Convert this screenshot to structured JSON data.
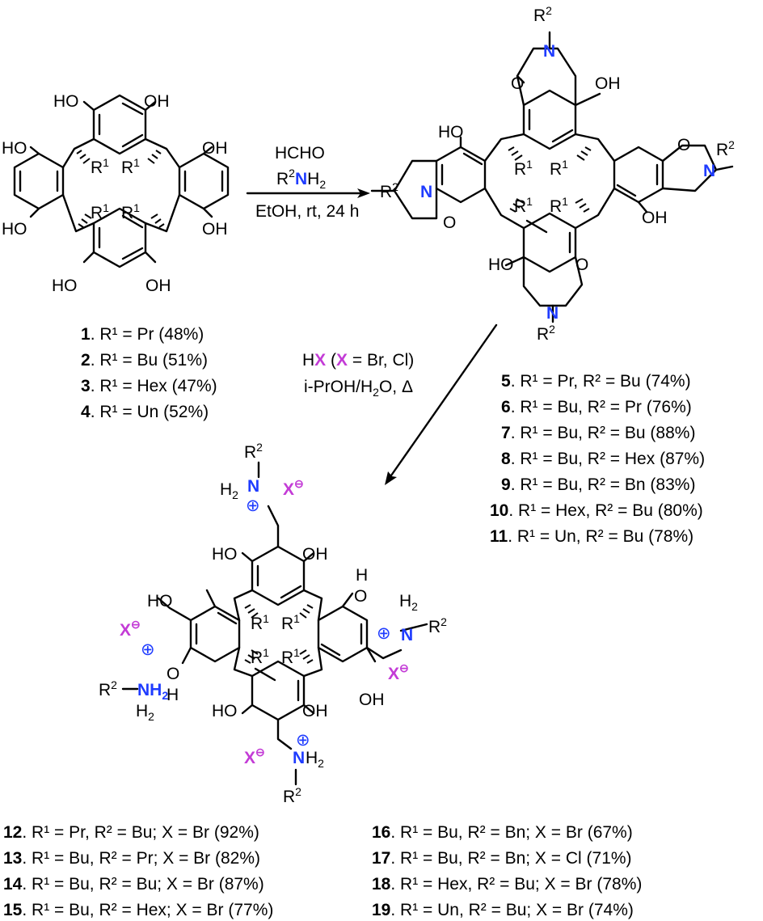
{
  "reaction1": {
    "reagent1": "HCHO",
    "reagent2_prefix": "R",
    "reagent2_sup": "2",
    "reagent2_atom": "N",
    "reagent2_sub_prefix": "H",
    "reagent2_sub": "2",
    "conditions": "EtOH, rt, 24 h"
  },
  "reaction2": {
    "acid_prefix": "H",
    "acid_atom": "X",
    "acid_open": " (",
    "acid_def": " = Br, Cl)",
    "solvent_prefix": "i-PrOH/H",
    "solvent_sub": "2",
    "solvent_suffix": "O, Δ"
  },
  "labels": {
    "OH": "OH",
    "HO": "HO",
    "O": "O",
    "N": "N",
    "H": "H",
    "R": "R",
    "one": "1",
    "two": "2",
    "X": "X",
    "minus": "⊖",
    "plus": "⊕",
    "NH2": "NH",
    "sub2": "2"
  },
  "compounds_1_4": [
    {
      "num": "1",
      "r1": "Pr",
      "yield": "(48%)"
    },
    {
      "num": "2",
      "r1": "Bu",
      "yield": "(51%)"
    },
    {
      "num": "3",
      "r1": "Hex",
      "yield": "(47%)"
    },
    {
      "num": "4",
      "r1": "Un",
      "yield": "(52%)"
    }
  ],
  "compounds_5_11": [
    {
      "num": "5",
      "text": ". R¹ = Pr, R² = Bu (74%)"
    },
    {
      "num": "6",
      "text": ". R¹ = Bu, R² = Pr (76%)"
    },
    {
      "num": "7",
      "text": ". R¹ = Bu, R² = Bu (88%)"
    },
    {
      "num": "8",
      "text": ". R¹ = Bu, R² = Hex (87%)"
    },
    {
      "num": "9",
      "text": ". R¹ = Bu, R² = Bn (83%)"
    },
    {
      "num": "10",
      "text": ". R¹ = Hex, R² = Bu (80%)"
    },
    {
      "num": "11",
      "text": ". R¹ = Un, R² = Bu (78%)"
    }
  ],
  "compounds_12_15": [
    {
      "num": "12",
      "text": ". R¹ = Pr, R² = Bu; X = Br (92%)"
    },
    {
      "num": "13",
      "text": ". R¹ = Bu, R² = Pr; X = Br (82%)"
    },
    {
      "num": "14",
      "text": ". R¹ = Bu, R² = Bu; X = Br (87%)"
    },
    {
      "num": "15",
      "text": ". R¹ = Bu, R² = Hex; X = Br (77%)"
    }
  ],
  "compounds_16_19": [
    {
      "num": "16",
      "text": ". R¹ = Bu, R² = Bn; X = Br (67%)"
    },
    {
      "num": "17",
      "text": ". R¹ = Bu, R² = Bn; X = Cl (71%)"
    },
    {
      "num": "18",
      "text": ". R¹ = Hex, R² = Bu; X = Br (78%)"
    },
    {
      "num": "19",
      "text": ". R¹ = Un, R² = Bu; X = Br (74%)"
    }
  ],
  "colors": {
    "nitrogen": "#1f3cff",
    "halide": "#c33bd6"
  }
}
